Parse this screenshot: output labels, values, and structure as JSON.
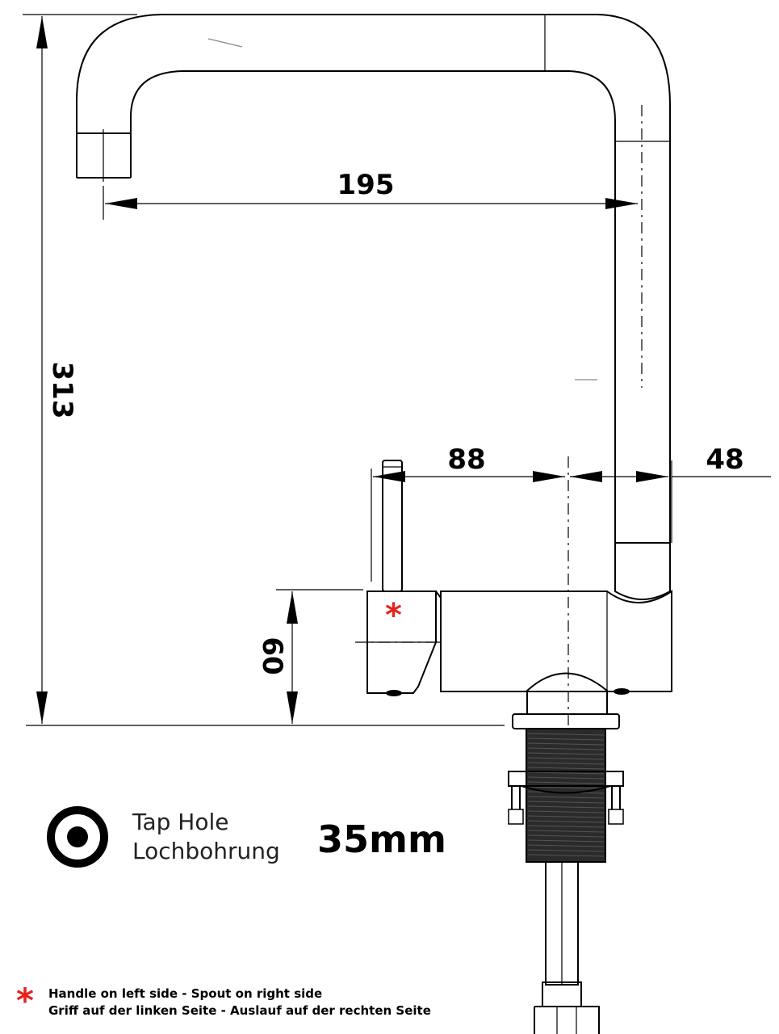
{
  "dimensions": {
    "spout_reach": "195",
    "height": "313",
    "handle_offset": "88",
    "spout_base_offset": "48",
    "body_height": "60"
  },
  "tap_hole": {
    "label_en": "Tap Hole",
    "label_de": "Lochbohrung",
    "size": "35mm",
    "icon": "target-circle-icon"
  },
  "note": {
    "marker": "*",
    "marker_color": "#e8211d",
    "line_en": "Handle on left side - Spout on right side",
    "line_de": "Griff auf der linken Seite - Auslauf auf der rechten Seite"
  }
}
